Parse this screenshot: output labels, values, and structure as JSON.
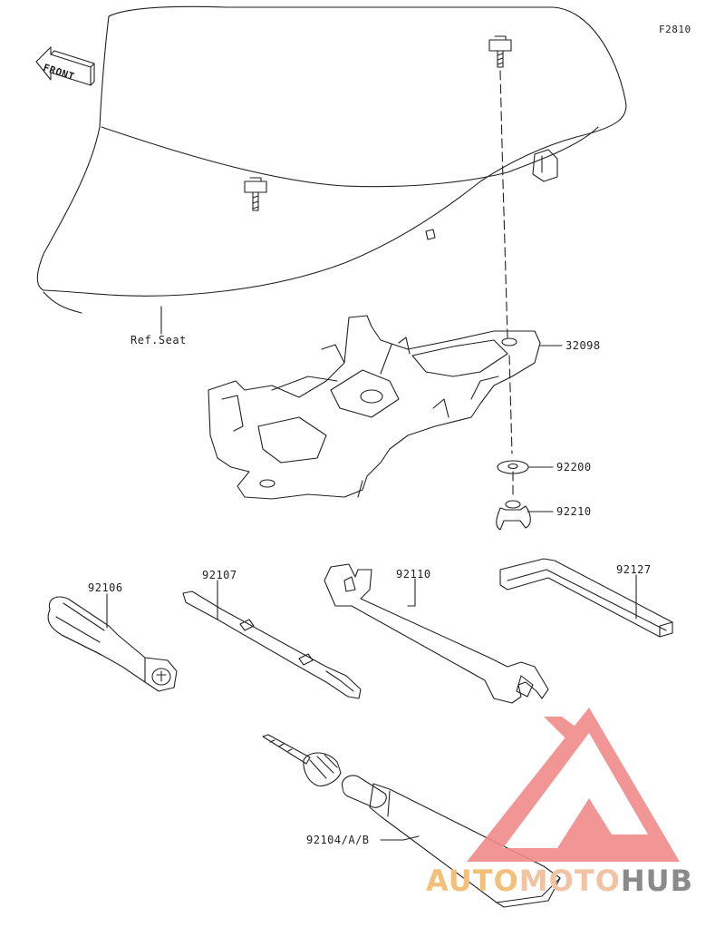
{
  "figure_id": "F2810",
  "front_label": "FRONT",
  "callouts": {
    "ref_seat": "Ref.Seat",
    "p32098": "32098",
    "p92200": "92200",
    "p92210": "92210",
    "p92106": "92106",
    "p92107": "92107",
    "p92110": "92110",
    "p92127": "92127",
    "p92104": "92104/A/B"
  },
  "watermark": {
    "part1": "AUTO",
    "part2": "MOTO",
    "part3": "HUB",
    "colors": {
      "triangle": "#f08a8a",
      "auto": "#f3c079",
      "moto": "#f2c3a2",
      "hub": "#8a8a8a"
    }
  },
  "line_color": "#222222"
}
